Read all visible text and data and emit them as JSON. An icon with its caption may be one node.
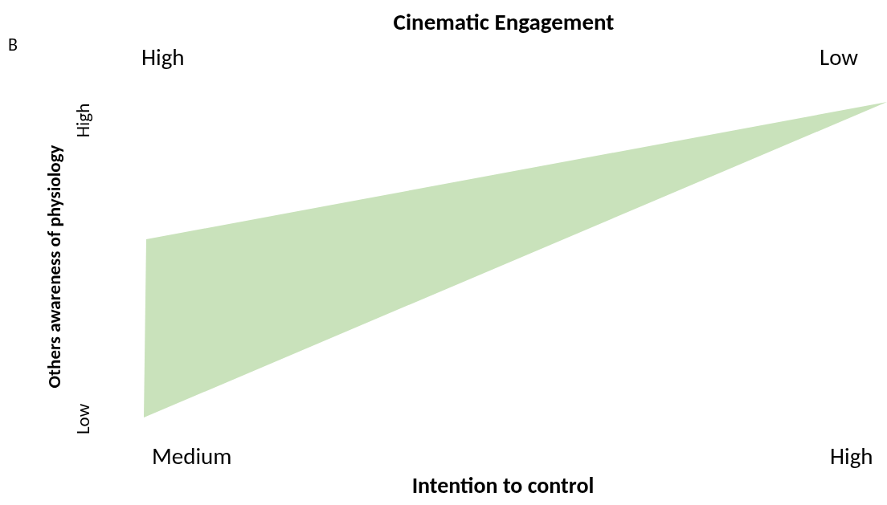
{
  "diagram": {
    "labels": [
      "B",
      "Cinematic Engagement",
      "High",
      "Low",
      "High",
      "Others awareness of physiology",
      "Low",
      "Medium",
      "High",
      "Intention to control"
    ]
  }
}
